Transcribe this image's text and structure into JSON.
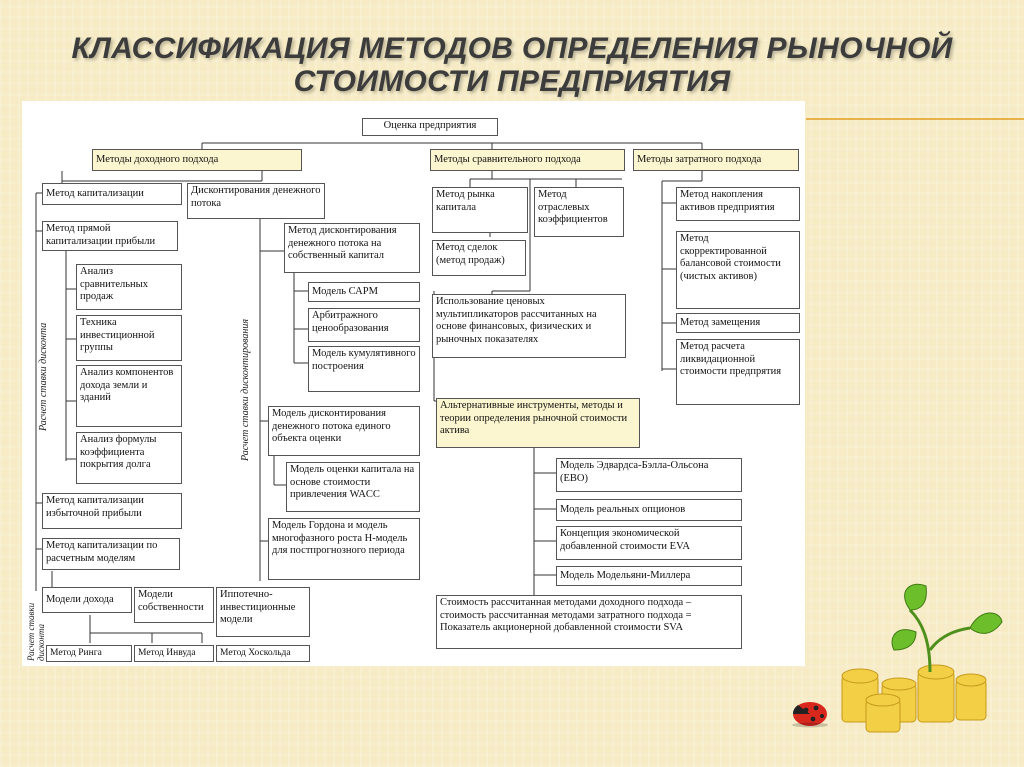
{
  "title": {
    "line1": "КЛАССИФИКАЦИЯ МЕТОДОВ ОПРЕДЕЛЕНИЯ РЫНОЧНОЙ",
    "line2": "СТОИМОСТИ ПРЕДПРИЯТИЯ"
  },
  "diagram": {
    "root": "Оценка предприятия",
    "income": {
      "header": "Методы доходного подхода",
      "cap_method": "Метод капитализации",
      "dcf": "Дисконтирования денежного потока",
      "direct_cap": "Метод прямой капитализации прибыли",
      "comp_sales": "Анализ сравнительных продаж",
      "tech_group": "Техника инвестиционной группы",
      "components": "Анализ компонентов дохода земли и зданий",
      "coverage": "Анализ формулы коэффициента покрытия долга",
      "excess_profit": "Метод капитализации избыточной прибыли",
      "cashflow_models": "Метод капитализации по расчетным моделям",
      "income_models": "Модели дохода",
      "ownership_models": "Модели собственности",
      "mortgage_models": "Иппотечно-инвестиционные модели",
      "ring": "Метод Ринга",
      "inwood": "Метод Инвуда",
      "hoskold": "Метод Хоскольда",
      "dcf_equity": "Метод дисконтирования денежного потока на собственный капитал",
      "capm": "Модель САРМ",
      "arbitrage": "Арбитражного ценообразования",
      "cumulative": "Модель кумулятивного построения",
      "dcf_single": "Модель дисконтирования денежного потока единого объекта оценки",
      "wacc": "Модель оценки капитала на основе стоимости привлечения WACC",
      "gordon": "Модель Гордона и модель многофазного роста Н-модель для постпрогнозного периода",
      "label_rate1": "Расчет ставки дисконта",
      "label_rate2": "Расчет ставки дисконтирования",
      "label_rate3": "Расчет ставки дисконта"
    },
    "comparative": {
      "header": "Методы сравнительного подхода",
      "market": "Метод рынка капитала",
      "industry": "Метод отраслевых коэффициентов",
      "deals": "Метод сделок (метод продаж)",
      "multipliers": "Использование ценовых мультипликаторов рассчитанных на основе финансовых, физических и рыночных показателях",
      "alternatives": "Альтернативные инструменты, методы и теории определения рыночной стоимости актива",
      "ebo": "Модель Эдвардса-Бэлла-Ольсона (ЕВО)",
      "real_options": "Модель реальных опционов",
      "eva": "Концепция экономической добавленной стоимости EVA",
      "modigliani": "Модель Модельяни-Миллера",
      "sva": "Стоимость рассчитанная методами доходного подхода – стоимость рассчитанная методами затратного подхода = Показатель акционерной добавленной стоимости SVA"
    },
    "cost": {
      "header": "Методы затратного подхода",
      "accumulation": "Метод накопления активов предприятия",
      "adjusted_balance": "Метод скорректированной балансовой стоимости (чистых активов)",
      "replacement": "Метод замещения",
      "liquidation": "Метод расчета ликвидационной стоимости предпрятия"
    }
  },
  "colors": {
    "accent_line": "#e7b14c",
    "highlight_box": "#fbf6cf",
    "title_text": "#3c3c3c"
  }
}
